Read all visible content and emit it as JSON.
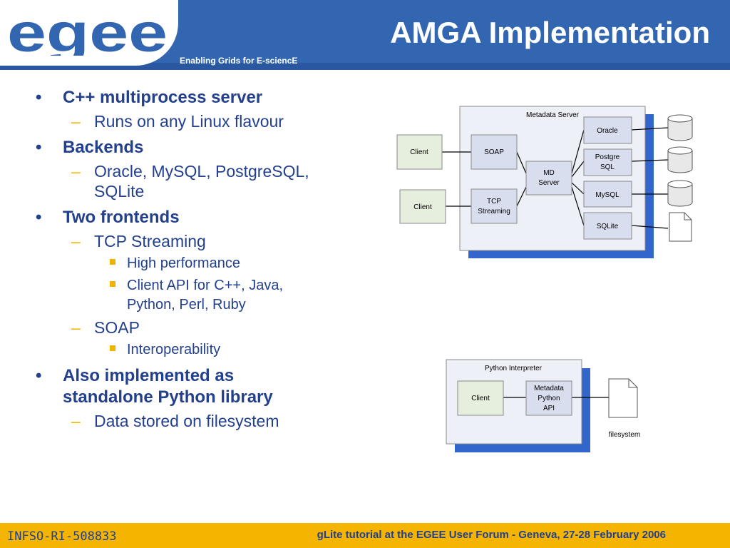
{
  "header": {
    "logo_text": "egee",
    "tagline": "Enabling Grids for E-sciencE",
    "title": "AMGA Implementation",
    "colors": {
      "brand_blue": "#3366b0",
      "logo_yellow": "#f5b400",
      "text_blue": "#23408e"
    }
  },
  "bullets": [
    {
      "text": "C++ multiprocess server",
      "children": [
        {
          "text": "Runs on any Linux flavour"
        }
      ]
    },
    {
      "text": "Backends",
      "children": [
        {
          "text": "Oracle, MySQL, PostgreSQL,"
        },
        {
          "text": "SQLite"
        }
      ]
    },
    {
      "text": "Two frontends",
      "children": [
        {
          "text": "TCP Streaming",
          "children": [
            {
              "text": "High performance"
            },
            {
              "text": "Client API for C++, Java,"
            },
            {
              "text": "Python, Perl, Ruby"
            }
          ]
        },
        {
          "text": "SOAP",
          "children": [
            {
              "text": "Interoperability"
            }
          ]
        }
      ]
    },
    {
      "text": "Also implemented as",
      "cont": "standalone Python library",
      "children": [
        {
          "text": "Data stored on filesystem"
        }
      ]
    }
  ],
  "diagram1": {
    "title": "Metadata Server",
    "client1": "Client",
    "client2": "Client",
    "soap": "SOAP",
    "tcp_line1": "TCP",
    "tcp_line2": "Streaming",
    "md_line1": "MD",
    "md_line2": "Server",
    "oracle": "Oracle",
    "postgre_line1": "Postgre",
    "postgre_line2": "SQL",
    "mysql": "MySQL",
    "sqlite": "SQLite"
  },
  "diagram2": {
    "title": "Python Interpreter",
    "client": "Client",
    "api_line1": "Metadata",
    "api_line2": "Python",
    "api_line3": "API",
    "fs_label": "filesystem"
  },
  "footer": {
    "left": "INFSO-RI-508833",
    "right": "gLite tutorial at the EGEE User Forum - Geneva, 27-28 February 2006"
  }
}
